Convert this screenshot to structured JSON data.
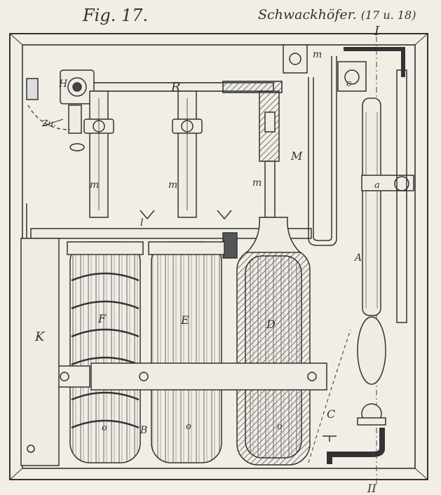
{
  "header": {
    "figure_label": "Fig. 17.",
    "author": "Schwackhöfer.",
    "author_ref": "(17 u. 18)"
  },
  "labels": {
    "I": "I",
    "II": "II",
    "R": "R",
    "H": "H",
    "zu": "Zu.",
    "m1": "m",
    "m2": "m",
    "m3": "m",
    "m_top": "m",
    "M": "M",
    "c": "c",
    "a": "a",
    "A": "A",
    "l": "l",
    "K": "K",
    "F": "F",
    "E": "E",
    "D": "D",
    "B": "B",
    "C": "C",
    "o1": "o",
    "o2": "o",
    "o3": "o"
  }
}
